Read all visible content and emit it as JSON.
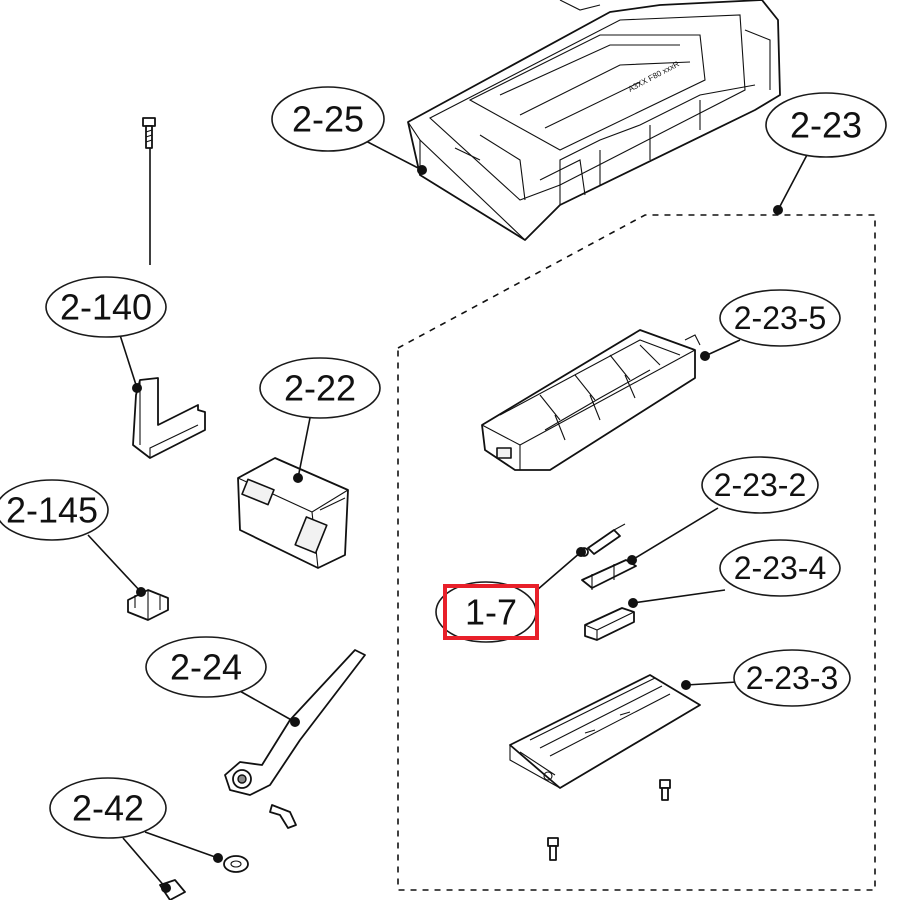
{
  "callouts": {
    "c_2_25": "2-25",
    "c_2_23": "2-23",
    "c_2_140": "2-140",
    "c_2_22": "2-22",
    "c_2_23_5": "2-23-5",
    "c_2_145": "2-145",
    "c_2_23_2": "2-23-2",
    "c_2_23_4": "2-23-4",
    "c_1_7": "1-7",
    "c_2_24": "2-24",
    "c_2_23_3": "2-23-3",
    "c_2_42": "2-42"
  },
  "highlight": {
    "label": "1-7",
    "color": "#e8202a"
  },
  "part_text": {
    "ice_maker_stamp": "A3XX F80 xxxR"
  }
}
